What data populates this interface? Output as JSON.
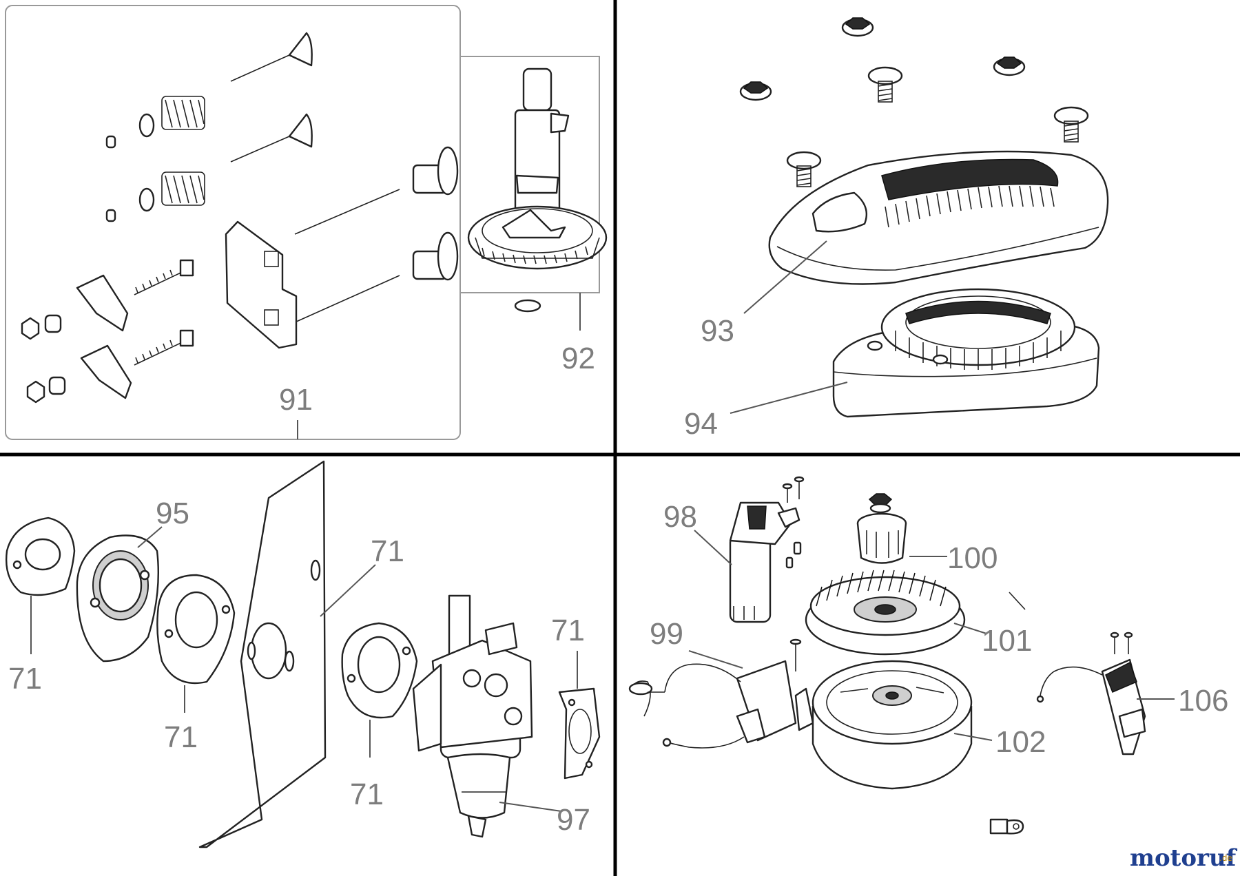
{
  "callouts": {
    "valve_train": "91",
    "camshaft": "92",
    "top_cover": "93",
    "fan_cover": "94",
    "insulator": "95",
    "gasket_a": "71",
    "gasket_b": "71",
    "gasket_plate": "71",
    "gasket_c": "71",
    "gasket_d": "71",
    "carburetor": "97",
    "starter_motor": "98",
    "ignition_coil": "99",
    "starter_cup": "100",
    "cooling_fan": "101",
    "flywheel": "102",
    "charge_coil": "106"
  },
  "watermark": {
    "brand": "motoruf",
    "suffix": ".de",
    "colors": {
      "blue": "#1f3f8f",
      "orange": "#d98a00"
    }
  },
  "colors": {
    "divider": "#000000",
    "callout": "#7d7d7d",
    "frame": "#999999"
  }
}
